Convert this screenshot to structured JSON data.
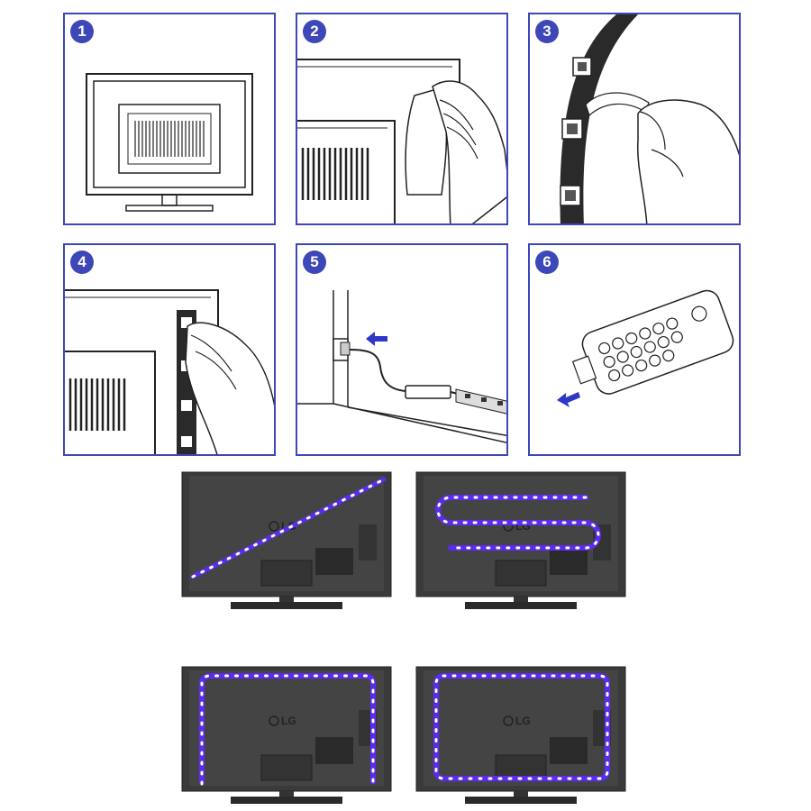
{
  "steps": [
    {
      "number": "1"
    },
    {
      "number": "2"
    },
    {
      "number": "3"
    },
    {
      "number": "4"
    },
    {
      "number": "5"
    },
    {
      "number": "6"
    }
  ],
  "tv_brand": "LG",
  "colors": {
    "frame": "#3d47b8",
    "led": "#5b2cf0",
    "tv_body": "#3a3a3a"
  },
  "installations": [
    {
      "name": "diagonal"
    },
    {
      "name": "serpentine"
    },
    {
      "name": "three-sided"
    },
    {
      "name": "four-sided"
    }
  ]
}
